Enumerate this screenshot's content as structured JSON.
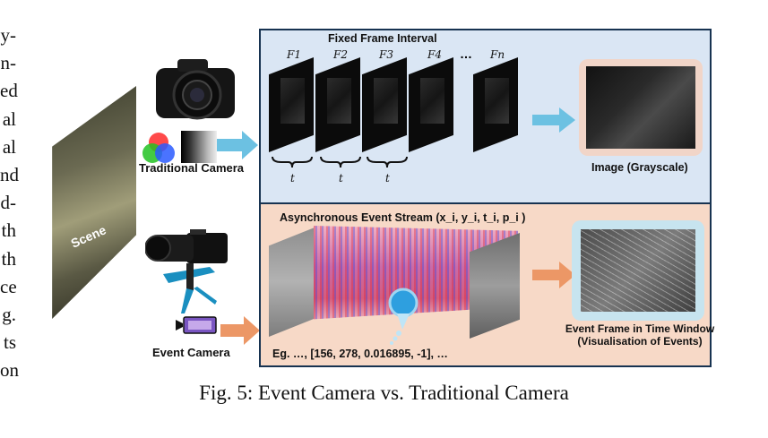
{
  "left_column_fragments": [
    "y-",
    "n-",
    "ed",
    "al",
    "al",
    "nd",
    "d-",
    "th",
    "th",
    "ce",
    "g.",
    "ts",
    "on"
  ],
  "figure": {
    "scene_label": "Scene",
    "traditional_camera_label": "Traditional Camera",
    "event_camera_label": "Event Camera",
    "top_panel": {
      "title": "Fixed Frame Interval",
      "frames": [
        "F1",
        "F2",
        "F3",
        "F4",
        "Fn"
      ],
      "interval_labels": [
        "t",
        "t",
        "t"
      ],
      "dots": "…",
      "output_caption": "Image (Grayscale)"
    },
    "bottom_panel": {
      "title": "Asynchronous Event Stream (x_i, y_i, t_i, p_i )",
      "example": "Eg.  …,  [156, 278, 0.016895, -1], …",
      "output_caption_line1": "Event Frame in Time Window",
      "output_caption_line2": "(Visualisation of Events)"
    },
    "caption": "Fig. 5: Event Camera vs. Traditional Camera"
  },
  "colors": {
    "top_panel_bg": "#dae6f4",
    "bottom_panel_bg": "#f7d9c7",
    "panel_border": "#173351",
    "blue_arrow": "#6cc1e2",
    "orange_arrow": "#ec9766"
  },
  "icons": [
    "dslr-camera-icon",
    "rgb-circles-icon",
    "grayscale-bar-icon",
    "event-camera-icon",
    "event-sensor-icon",
    "magnifier-icon"
  ]
}
